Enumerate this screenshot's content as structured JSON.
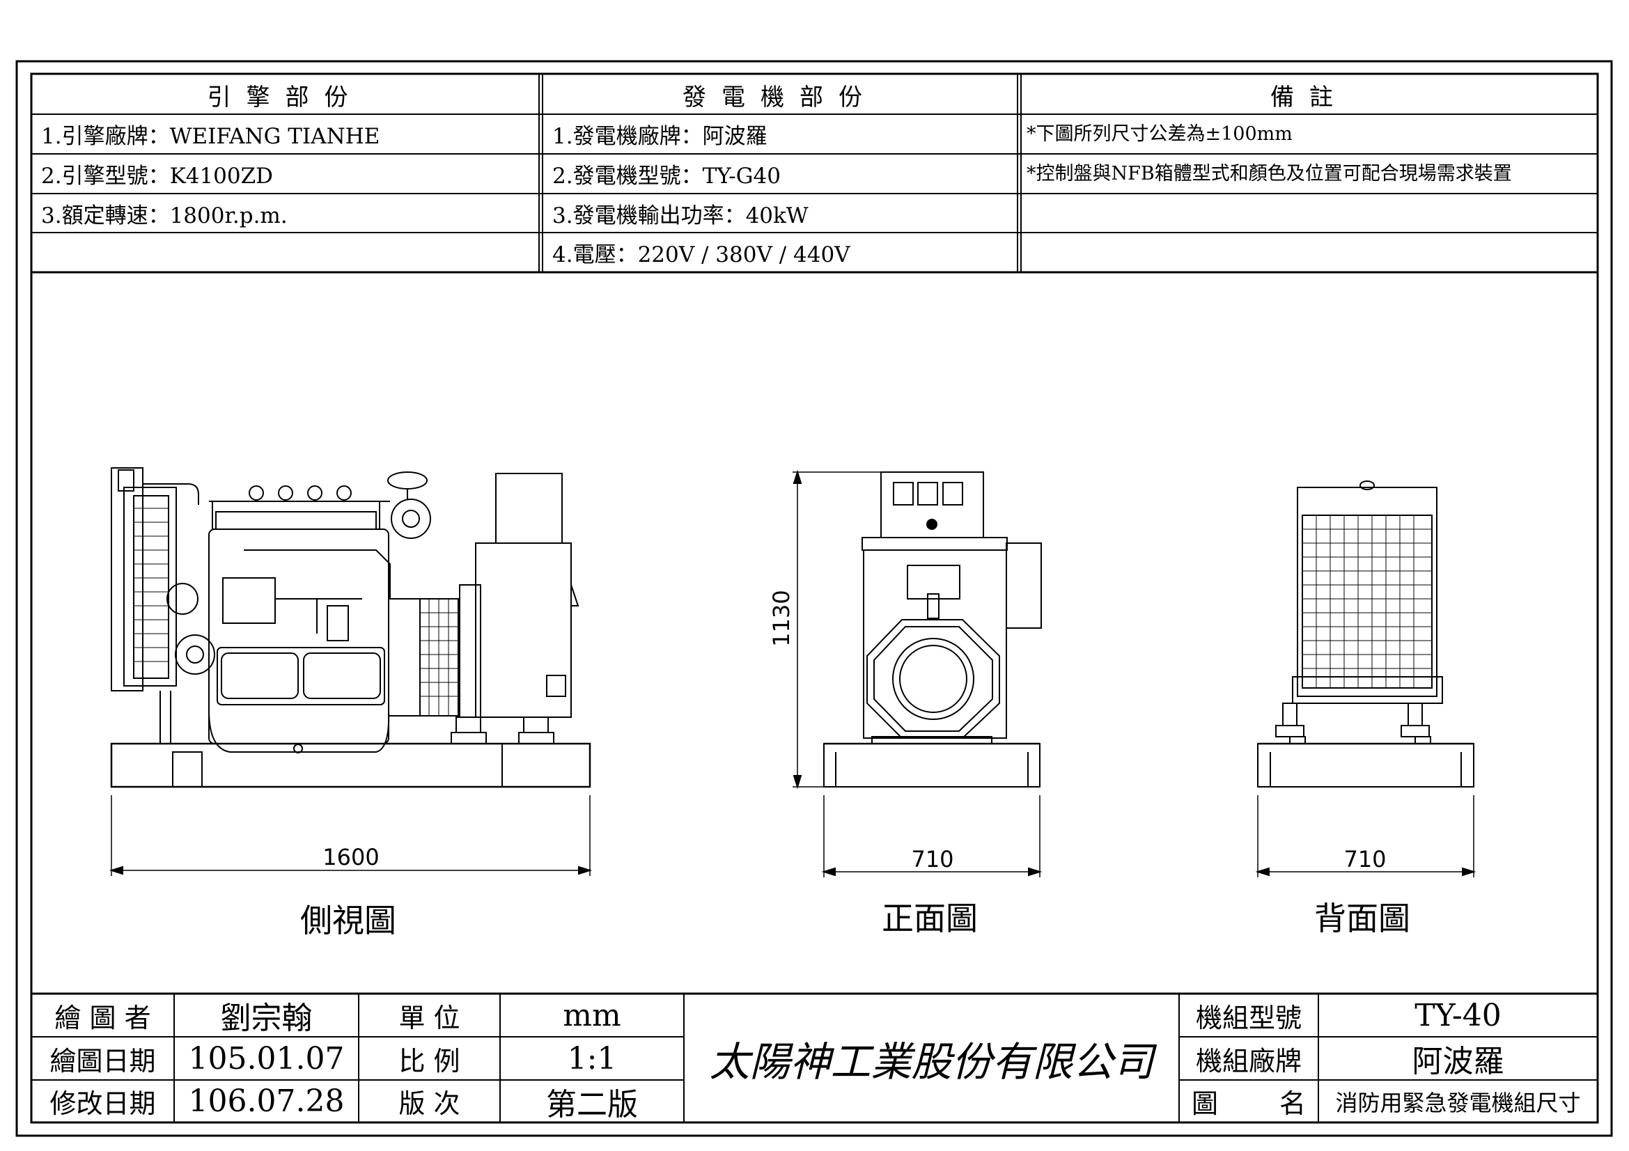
{
  "spec_table": {
    "engine": {
      "header": "引擎部份",
      "rows": [
        "1.引擎廠牌：WEIFANG TIANHE",
        "2.引擎型號：K4100ZD",
        "3.額定轉速：1800r.p.m.",
        ""
      ]
    },
    "generator": {
      "header": "發電機部份",
      "rows": [
        "1.發電機廠牌：阿波羅",
        "2.發電機型號：TY-G40",
        "3.發電機輸出功率：40kW",
        "4.電壓：220V / 380V / 440V"
      ]
    },
    "remarks": {
      "header": "備註",
      "rows": [
        "*下圖所列尺寸公差為±100mm",
        "*控制盤與NFB箱體型式和顏色及位置可配合現場需求裝置",
        "",
        ""
      ]
    }
  },
  "views": {
    "side": {
      "caption": "側視圖",
      "length_dim": "1600"
    },
    "front": {
      "caption": "正面圖",
      "width_dim": "710",
      "height_dim": "1130"
    },
    "back": {
      "caption": "背面圖",
      "width_dim": "710"
    }
  },
  "title_block": {
    "drawer_label": "繪 圖 者",
    "drawer": "劉宗翰",
    "date_label": "繪圖日期",
    "date": "105.01.07",
    "revised_label": "修改日期",
    "revised": "106.07.28",
    "unit_label": "單 位",
    "unit": "mm",
    "scale_label": "比 例",
    "scale": "1:1",
    "version_label": "版 次",
    "version": "第二版",
    "company": "太陽神工業股份有限公司",
    "model_label": "機組型號",
    "model": "TY-40",
    "brand_label": "機組廠牌",
    "brand": "阿波羅",
    "drawing_name_label_1": "圖",
    "drawing_name_label_2": "名",
    "drawing_name": "消防用緊急發電機組尺寸"
  }
}
